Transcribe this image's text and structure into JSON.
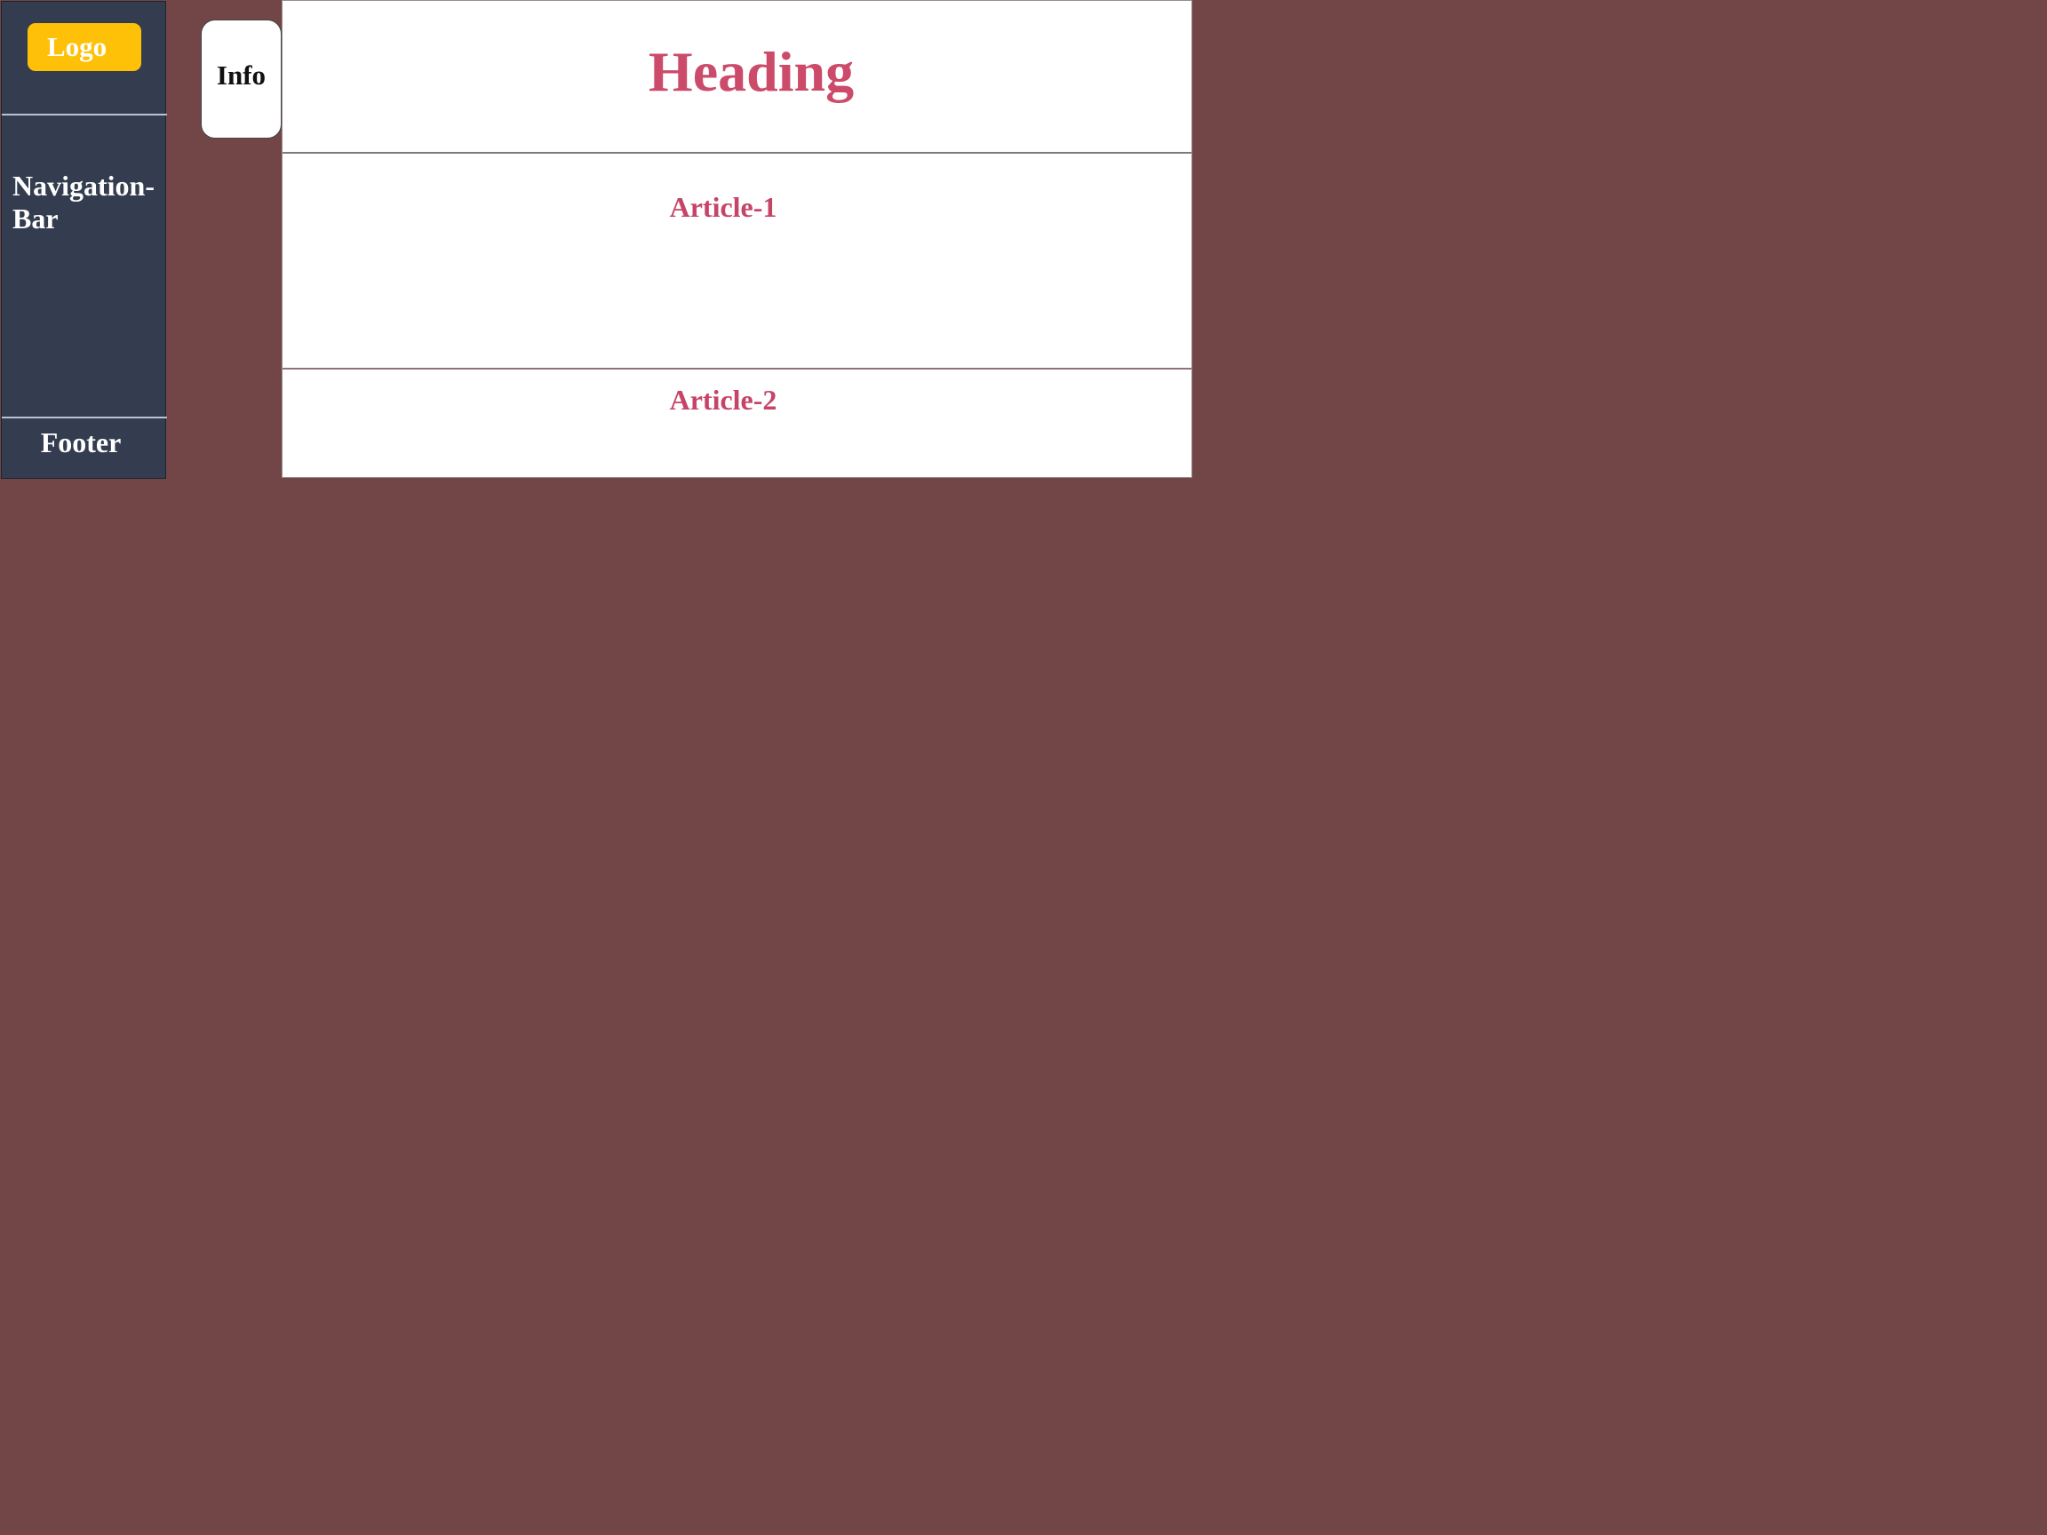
{
  "sidebar": {
    "logo_label": "Logo",
    "nav_label": "Navigation-Bar",
    "footer_label": "Footer"
  },
  "info_tab": {
    "label": "Info"
  },
  "main": {
    "heading": "Heading",
    "articles": [
      {
        "title": "Article-1"
      },
      {
        "title": "Article-2"
      }
    ]
  },
  "colors": {
    "page_background": "#724646",
    "sidebar_background": "#343d4f",
    "logo_background": "#ffc107",
    "heading_color": "#cc4a6a",
    "content_background": "#ffffff"
  }
}
